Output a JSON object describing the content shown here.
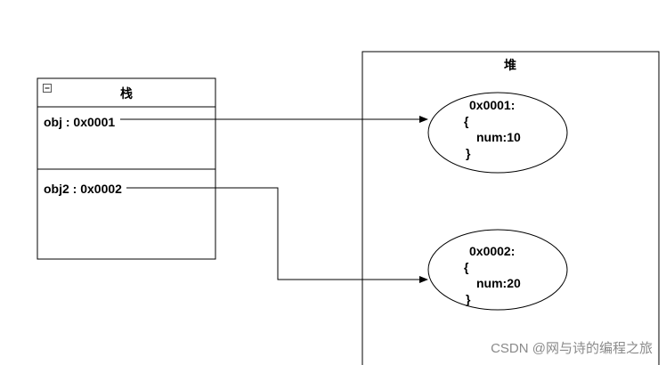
{
  "stack": {
    "title": "栈",
    "rows": [
      {
        "label": "obj : 0x0001"
      },
      {
        "label": "obj2 : 0x0002"
      }
    ]
  },
  "heap": {
    "title": "堆",
    "objects": [
      {
        "address": "0x0001:",
        "open": "{",
        "field": "num:10",
        "close": "}"
      },
      {
        "address": "0x0002:",
        "open": "{",
        "field": "num:20",
        "close": "}"
      }
    ]
  },
  "watermark": "CSDN @网与诗的编程之旅"
}
